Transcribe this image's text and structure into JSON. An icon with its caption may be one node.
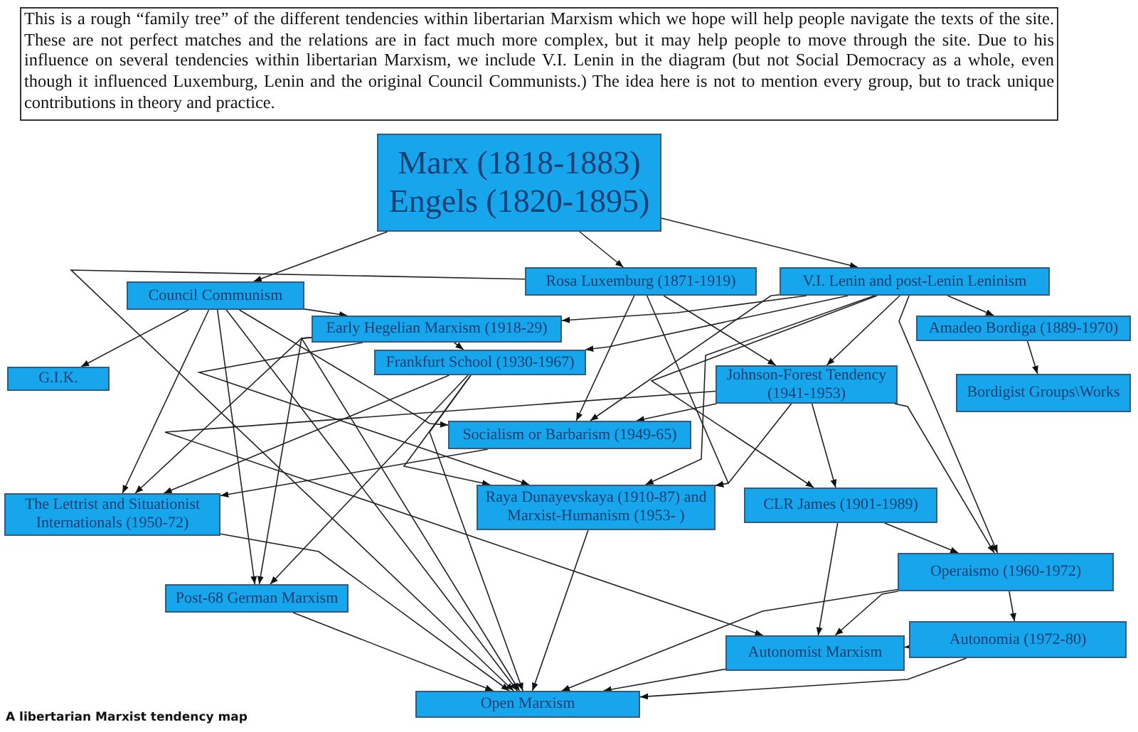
{
  "diagram": {
    "caption": "A libertarian Marxist tendency map",
    "nodes": [
      {
        "text": [
          "This is a rough “family tree” of the different tendencies within libertarian Marxism which we hope will help people navigate the texts of the site.  These are not perfect matches and the relations are in fact much more complex, but it may help people to move through the site.  Due to his influence on several tendencies within libertarian Marxism, we include V.I. Lenin in the diagram (but not Social Democracy as a whole, even though it influenced Luxemburg, Lenin and the original Council Communists.)  The idea here is not to mention every group, but to track unique contributions in theory and practice."
        ]
      },
      {
        "text": [
          "Marx (1818-1883)",
          "Engels (1820-1895)"
        ]
      },
      {
        "text": [
          "Council Communism"
        ]
      },
      {
        "text": [
          "Rosa Luxemburg (1871-1919)"
        ]
      },
      {
        "text": [
          "V.I. Lenin and post-Lenin Leninism"
        ]
      },
      {
        "text": [
          "Early Hegelian Marxism (1918-29)"
        ]
      },
      {
        "text": [
          "Amadeo Bordiga (1889-1970)"
        ]
      },
      {
        "text": [
          "Frankfurt School (1930-1967)"
        ]
      },
      {
        "text": [
          "G.I.K."
        ]
      },
      {
        "text": [
          "Johnson-Forest Tendency (1941-1953)"
        ]
      },
      {
        "text": [
          "Bordigist Groups\\Works"
        ]
      },
      {
        "text": [
          "Socialism or Barbarism (1949-65)"
        ]
      },
      {
        "text": [
          "The Lettrist and Situationist Internationals (1950-72)"
        ]
      },
      {
        "text": [
          "Raya Dunayevskaya (1910-87) and Marxist-Humanism (1953- )"
        ]
      },
      {
        "text": [
          "CLR James (1901-1989)"
        ]
      },
      {
        "text": [
          "Operaismo (1960-1972)"
        ]
      },
      {
        "text": [
          "Post-68 German Marxism"
        ]
      },
      {
        "text": [
          "Autonomia (1972-80)"
        ]
      },
      {
        "text": [
          "Autonomist Marxism"
        ]
      },
      {
        "text": [
          "Open Marxism"
        ]
      }
    ],
    "edges": [
      {
        "from": 1,
        "to": 2,
        "arrow": "to"
      },
      {
        "from": 1,
        "to": 3,
        "arrow": "to"
      },
      {
        "from": 1,
        "to": 4,
        "arrow": "to"
      },
      {
        "from": 2,
        "to": 5,
        "arrow": "to"
      },
      {
        "from": 2,
        "to": 8,
        "arrow": "to"
      },
      {
        "from": 2,
        "to": 12,
        "arrow": "to"
      },
      {
        "from": 2,
        "to": 11,
        "arrow": "to"
      },
      {
        "from": 2,
        "to": 16,
        "arrow": "to"
      },
      {
        "from": 2,
        "to": 19,
        "arrow": "to"
      },
      {
        "from": 5,
        "to": 7,
        "arrow": "to"
      },
      {
        "from": 5,
        "to": 12,
        "arrow": "to"
      },
      {
        "from": 5,
        "to": 16,
        "arrow": "to"
      },
      {
        "from": 5,
        "to": 13,
        "arrow": "to"
      },
      {
        "from": 5,
        "to": 19,
        "arrow": "to"
      },
      {
        "from": 7,
        "to": 12,
        "arrow": "to"
      },
      {
        "from": 7,
        "to": 16,
        "arrow": "to"
      },
      {
        "from": 7,
        "to": 13,
        "arrow": "to"
      },
      {
        "from": 7,
        "to": 19,
        "arrow": "to"
      },
      {
        "from": 3,
        "to": 11,
        "arrow": "to"
      },
      {
        "from": 3,
        "to": 13,
        "arrow": "to"
      },
      {
        "from": 3,
        "to": 9,
        "arrow": "to"
      },
      {
        "from": 3,
        "to": 19,
        "arrow": "to"
      },
      {
        "from": 4,
        "to": 5,
        "arrow": "to"
      },
      {
        "from": 4,
        "to": 7,
        "arrow": "to"
      },
      {
        "from": 4,
        "to": 6,
        "arrow": "to"
      },
      {
        "from": 4,
        "to": 9,
        "arrow": "to"
      },
      {
        "from": 4,
        "to": 11,
        "arrow": "to"
      },
      {
        "from": 4,
        "to": 13,
        "arrow": "to"
      },
      {
        "from": 4,
        "to": 14,
        "arrow": "to"
      },
      {
        "from": 4,
        "to": 15,
        "arrow": "to"
      },
      {
        "from": 6,
        "to": 10,
        "arrow": "to"
      },
      {
        "from": 9,
        "to": 11,
        "arrow": "to"
      },
      {
        "from": 9,
        "to": 13,
        "arrow": "to"
      },
      {
        "from": 9,
        "to": 14,
        "arrow": "to"
      },
      {
        "from": 9,
        "to": 18,
        "arrow": "to"
      },
      {
        "from": 9,
        "to": 15,
        "arrow": "to"
      },
      {
        "from": 11,
        "to": 12,
        "arrow": "to"
      },
      {
        "from": 12,
        "to": 19,
        "arrow": "to"
      },
      {
        "from": 13,
        "to": 19,
        "arrow": "to"
      },
      {
        "from": 14,
        "to": 15,
        "arrow": "to"
      },
      {
        "from": 14,
        "to": 18,
        "arrow": "to"
      },
      {
        "from": 15,
        "to": 17,
        "arrow": "to"
      },
      {
        "from": 15,
        "to": 18,
        "arrow": "to"
      },
      {
        "from": 15,
        "to": 19,
        "arrow": "to"
      },
      {
        "from": 17,
        "to": 18,
        "arrow": "to"
      },
      {
        "from": 17,
        "to": 19,
        "arrow": "to"
      },
      {
        "from": 18,
        "to": 19,
        "arrow": "to"
      },
      {
        "from": 16,
        "to": 19,
        "arrow": "to"
      }
    ]
  }
}
